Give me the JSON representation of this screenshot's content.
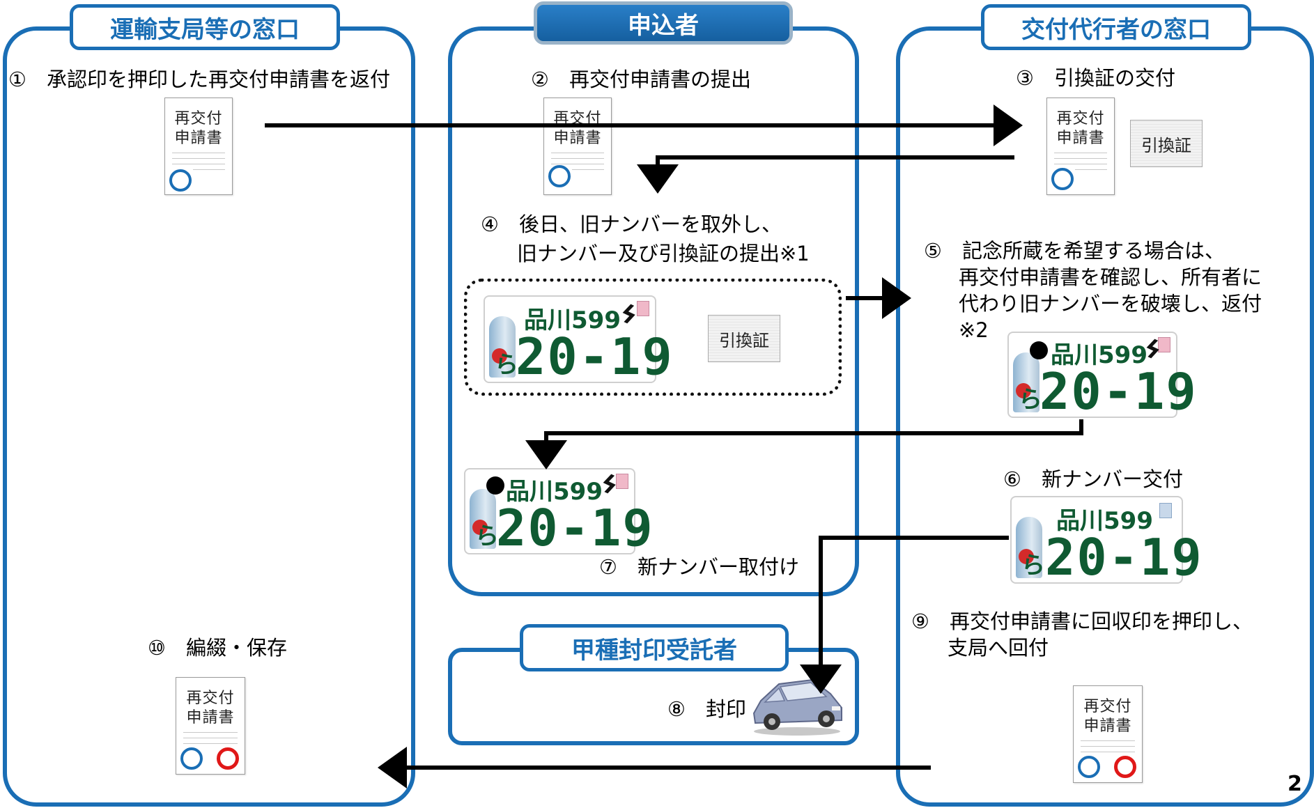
{
  "colors": {
    "lane_blue": "#1a6eb5",
    "arrow": "#000000",
    "stamp_blue": "#1a6eb5",
    "stamp_red": "#e01818",
    "plate_text": "#0f5a32"
  },
  "lanes": {
    "bureau": {
      "title": "運輸支局等の窓口"
    },
    "applicant": {
      "title": "申込者"
    },
    "agent": {
      "title": "交付代行者の窓口"
    },
    "sealer": {
      "title": "甲種封印受託者"
    }
  },
  "steps": {
    "s1": "①　承認印を押印した再交付申請書を返付",
    "s2": "②　再交付申請書の提出",
    "s3": "③　引換証の交付",
    "s4_line1": "④　後日、旧ナンバーを取外し、",
    "s4_line2": "旧ナンバー及び引換証の提出※1",
    "s5_line1": "⑤　記念所蔵を希望する場合は、",
    "s5_line2": "再交付申請書を確認し、所有者に",
    "s5_line3": "代わり旧ナンバーを破壊し、返付",
    "s5_line4": "※2",
    "s6": "⑥　新ナンバー交付",
    "s7": "⑦　新ナンバー取付け",
    "s8": "⑧　封印",
    "s9_line1": "⑨　再交付申請書に回収印を押印し、",
    "s9_line2": "支局へ回付",
    "s10": "⑩　編綴・保存"
  },
  "document": {
    "line1": "再交付",
    "line2": "申請書"
  },
  "ticket": {
    "label": "引換証"
  },
  "plate": {
    "region": "品川599",
    "hira": "ら",
    "number": "20-19"
  },
  "page_number": "2",
  "icons": [
    "blue-stamp-icon",
    "red-stamp-icon",
    "lightning-bolt-icon",
    "car-icon",
    "black-dot-icon"
  ]
}
